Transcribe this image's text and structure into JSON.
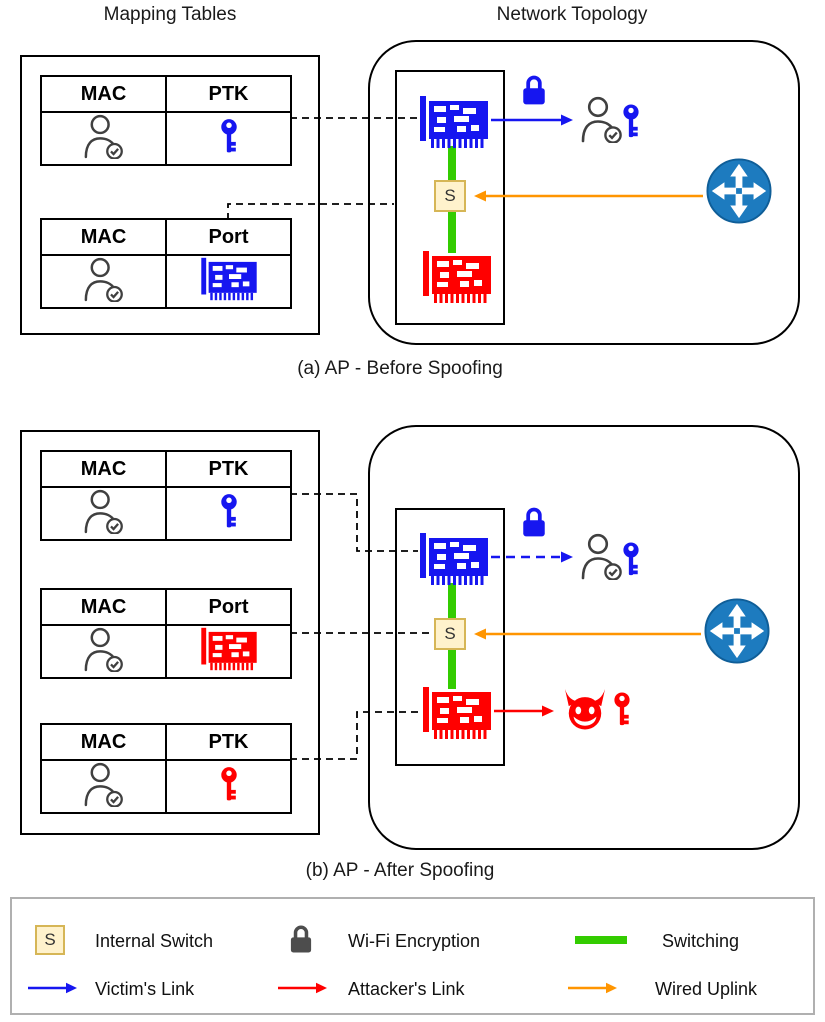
{
  "titles": {
    "mapping_tables": "Mapping Tables",
    "network_topology": "Network Topology"
  },
  "panel_a": {
    "caption": "(a) AP - Before Spoofing",
    "switch_label": "S",
    "table1": {
      "h1": "MAC",
      "h2": "PTK"
    },
    "table2": {
      "h1": "MAC",
      "h2": "Port"
    }
  },
  "panel_b": {
    "caption": "(b) AP - After Spoofing",
    "switch_label": "S",
    "table1": {
      "h1": "MAC",
      "h2": "PTK"
    },
    "table2": {
      "h1": "MAC",
      "h2": "Port"
    },
    "table3": {
      "h1": "MAC",
      "h2": "PTK"
    }
  },
  "legend": {
    "switch_symbol": "S",
    "internal_switch": "Internal Switch",
    "wifi_encryption": "Wi-Fi Encryption",
    "switching": "Switching",
    "victims_link": "Victim's Link",
    "attackers_link": "Attacker's Link",
    "wired_uplink": "Wired Uplink"
  },
  "icons": {
    "user": "user-check-icon",
    "key": "key-icon",
    "nic": "network-card-icon",
    "lock": "lock-icon",
    "router": "router-icon",
    "attacker": "devil-icon"
  },
  "colors": {
    "victim_blue": "#1616f0",
    "attacker_red": "#ff0000",
    "switching_green": "#33cc00",
    "uplink_orange": "#ff9500",
    "switch_fill": "#fff2cc",
    "switch_border": "#d6b656",
    "router_blue": "#1d7bbf"
  }
}
